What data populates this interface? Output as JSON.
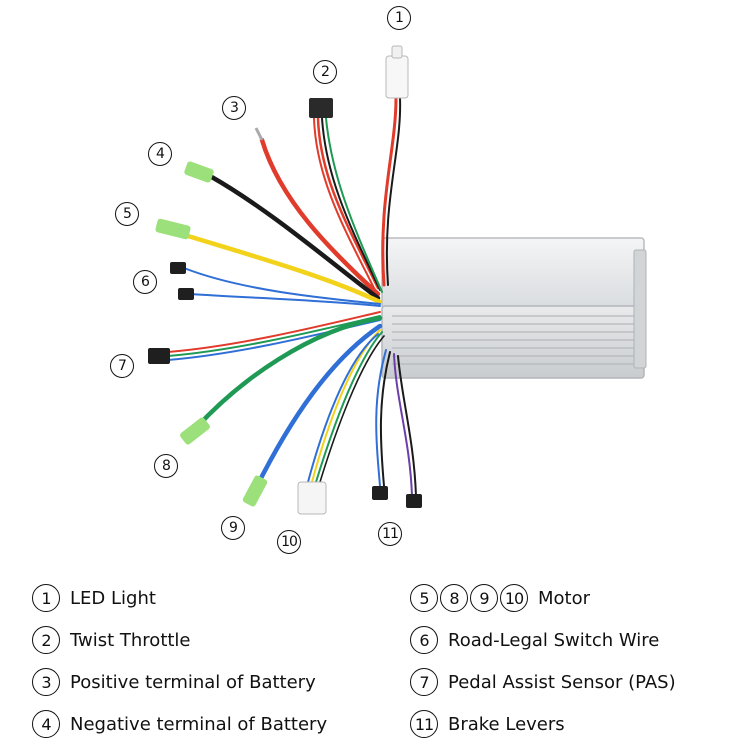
{
  "callouts": [
    {
      "id": "1",
      "label": "①"
    },
    {
      "id": "2",
      "label": "②"
    },
    {
      "id": "3",
      "label": "③"
    },
    {
      "id": "4",
      "label": "④"
    },
    {
      "id": "5",
      "label": "⑤"
    },
    {
      "id": "6",
      "label": "⑥"
    },
    {
      "id": "7",
      "label": "⑦"
    },
    {
      "id": "8",
      "label": "⑧"
    },
    {
      "id": "9",
      "label": "⑨"
    },
    {
      "id": "10",
      "label": "⑩"
    },
    {
      "id": "11",
      "label": "⑪"
    }
  ],
  "legend": {
    "left": [
      {
        "nums": [
          "1"
        ],
        "text": "LED Light"
      },
      {
        "nums": [
          "2"
        ],
        "text": "Twist Throttle"
      },
      {
        "nums": [
          "3"
        ],
        "text": "Positive terminal of Battery"
      },
      {
        "nums": [
          "4"
        ],
        "text": "Negative terminal of Battery"
      }
    ],
    "right": [
      {
        "nums": [
          "5",
          "8",
          "9",
          "10"
        ],
        "text": "Motor"
      },
      {
        "nums": [
          "6"
        ],
        "text": "Road-Legal Switch Wire"
      },
      {
        "nums": [
          "7"
        ],
        "text": "Pedal Assist Sensor (PAS)"
      },
      {
        "nums": [
          "11"
        ],
        "text": "Brake Levers"
      }
    ]
  },
  "colors": {
    "controller_body": "#e6e8ea",
    "red_wire": "#e03b2b",
    "black_wire": "#1a1a1a",
    "yellow_wire": "#f2d21b",
    "blue_wire": "#2f6fd6",
    "green_wire": "#1f9a55",
    "connector_green": "#9be07a"
  }
}
